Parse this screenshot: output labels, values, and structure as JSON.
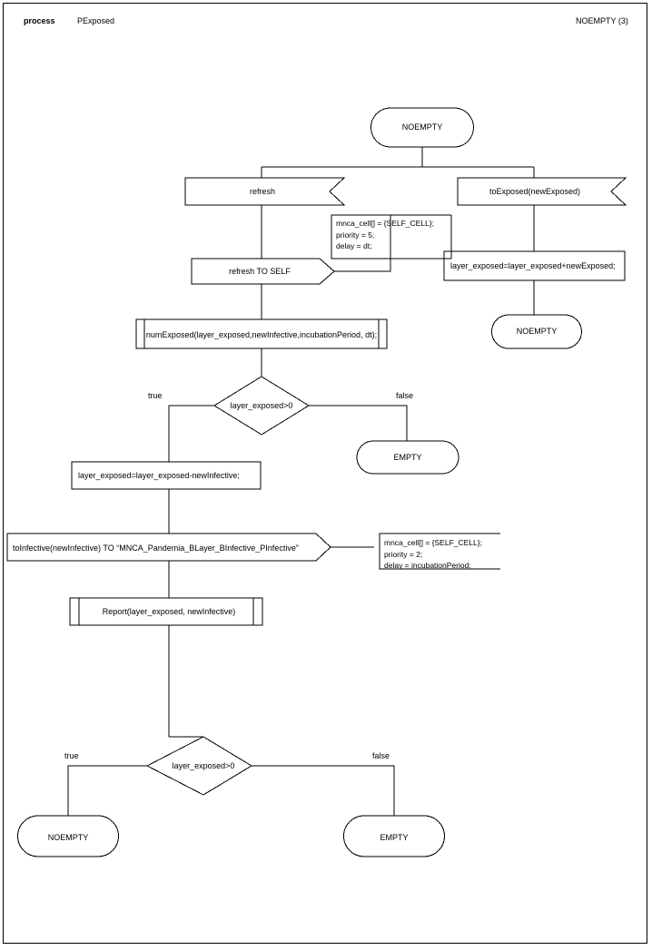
{
  "header": {
    "keyword": "process",
    "process_name": "PExposed",
    "page_ref": "NOEMPTY (3)"
  },
  "diagram": {
    "type": "sdl-process-flowchart",
    "nodes": [
      {
        "id": "state_start",
        "shape": "state",
        "label": "NOEMPTY"
      },
      {
        "id": "input_refresh",
        "shape": "input",
        "label": "refresh"
      },
      {
        "id": "input_toexposed",
        "shape": "input",
        "label": "toExposed(newExposed)"
      },
      {
        "id": "output_refresh_self",
        "shape": "output",
        "label": "refresh TO SELF"
      },
      {
        "id": "task_add_exposed",
        "shape": "task",
        "label": "layer_exposed=layer_exposed+newExposed;"
      },
      {
        "id": "state_noempty_r",
        "shape": "state",
        "label": "NOEMPTY"
      },
      {
        "id": "call_numexposed",
        "shape": "procedure-call",
        "label": "numExposed(layer_exposed,newInfective,incubationPeriod, dt);"
      },
      {
        "id": "decision_top",
        "shape": "decision",
        "label": "layer_exposed>0"
      },
      {
        "id": "state_empty_mid",
        "shape": "state",
        "label": "EMPTY"
      },
      {
        "id": "task_sub_infective",
        "shape": "task",
        "label": "layer_exposed=layer_exposed-newInfective;"
      },
      {
        "id": "output_toinfective",
        "shape": "output",
        "label": "toInfective(newInfective) TO “MNCA_Pandemia_BLayer_BInfective_PInfective”"
      },
      {
        "id": "call_report",
        "shape": "procedure-call",
        "label": "Report(layer_exposed, newInfective)"
      },
      {
        "id": "decision_bottom",
        "shape": "decision",
        "label": "layer_exposed>0"
      },
      {
        "id": "state_noempty_bl",
        "shape": "state",
        "label": "NOEMPTY"
      },
      {
        "id": "state_empty_br",
        "shape": "state",
        "label": "EMPTY"
      }
    ],
    "branch_labels": {
      "top_true": "true",
      "top_false": "false",
      "bottom_true": "true",
      "bottom_false": "false"
    },
    "comments": [
      {
        "id": "comment_refresh",
        "lines": [
          "mnca_cell[] = {SELF_CELL};",
          "priority = 5;",
          "delay = dt;"
        ]
      },
      {
        "id": "comment_toinfective",
        "lines": [
          "mnca_cell[] = {SELF_CELL};",
          "priority = 2;",
          "delay = incubationPeriod;"
        ]
      }
    ],
    "colors": {
      "line": "#000000",
      "text": "#000000",
      "background": "#ffffff"
    }
  }
}
